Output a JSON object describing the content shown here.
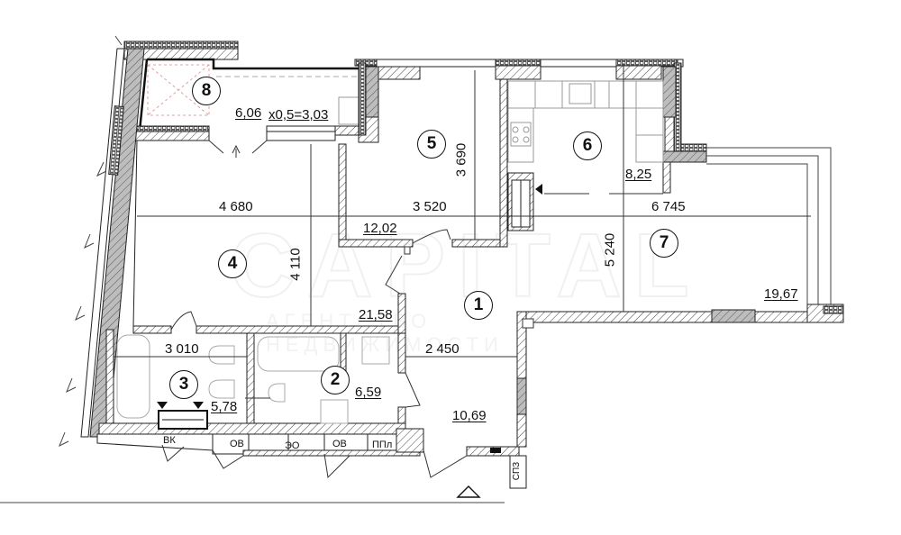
{
  "plan": {
    "type": "apartment floor plan",
    "rooms": [
      {
        "number": "1",
        "area": "10,69"
      },
      {
        "number": "2",
        "area": "6,59"
      },
      {
        "number": "3",
        "area": "5,78"
      },
      {
        "number": "4",
        "area": "21,58"
      },
      {
        "number": "5",
        "area": "12,02"
      },
      {
        "number": "6",
        "area": "8,25"
      },
      {
        "number": "7",
        "area": "19,67"
      },
      {
        "number": "8",
        "area": "6,06",
        "coefficient_text": "x0,5=3,03"
      }
    ],
    "dimensions": {
      "room4_width": "4 680",
      "room4_depth": "4 110",
      "room5_width": "3 520",
      "room5_depth": "3 690",
      "room7_width": "6 745",
      "room7_depth": "5 240",
      "room3_width": "3 010",
      "room1_width": "2 450"
    },
    "shafts": [
      "ВК",
      "ОВ",
      "ЭО",
      "ОВ",
      "ППл",
      "СПЗ"
    ],
    "watermark": {
      "main": "CAPITAL",
      "sub": "АГЕНТСТВО НЕДВИЖИМОСТИ"
    },
    "colors": {
      "line": "#111111",
      "hatch": "#555555",
      "column_fill": "#b9b9b9",
      "balcony_marking": "#e0a0a0"
    }
  }
}
